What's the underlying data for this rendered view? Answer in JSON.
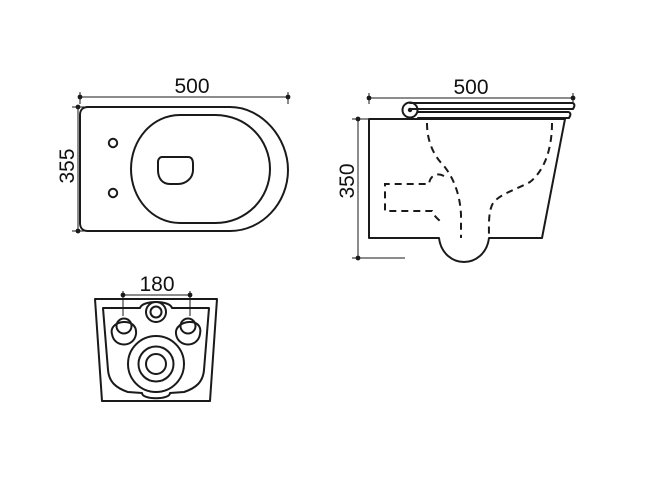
{
  "dimensions": {
    "top_width": "500",
    "top_depth": "355",
    "side_width": "500",
    "side_height": "350",
    "back_spacing": "180"
  }
}
